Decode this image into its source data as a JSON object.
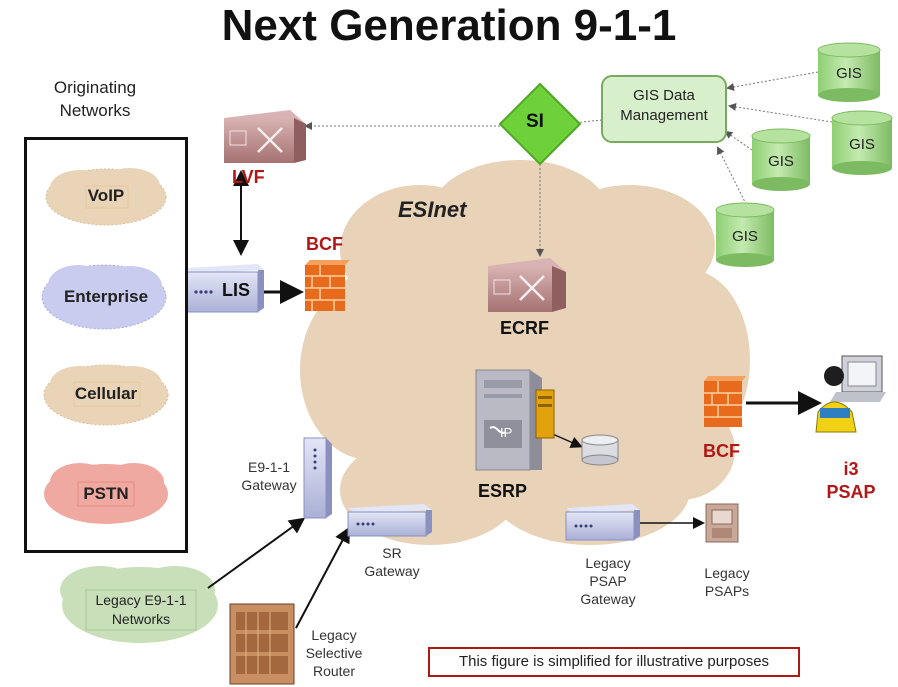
{
  "title": "Next Generation 9-1-1",
  "originating": {
    "title_line1": "Originating",
    "title_line2": "Networks",
    "networks": [
      "VoIP",
      "Enterprise",
      "Cellular",
      "PSTN"
    ]
  },
  "nodes": {
    "lvf": "LVF",
    "lis": "LIS",
    "bcf_top": "BCF",
    "esinet": "ESInet",
    "si": "SI",
    "gis_mgmt_line1": "GIS Data",
    "gis_mgmt_line2": "Management",
    "gis": [
      "GIS",
      "GIS",
      "GIS",
      "GIS"
    ],
    "ecrf": "ECRF",
    "esrp": "ESRP",
    "sip_text": "IP",
    "bcf_right": "BCF",
    "psap_line1": "i3",
    "psap_line2": "PSAP",
    "e911_line1": "E9-1-1",
    "e911_line2": "Gateway",
    "sr_line1": "SR",
    "sr_line2": "Gateway",
    "legacy_net_line1": "Legacy E9-1-1",
    "legacy_net_line2": "Networks",
    "legacy_router_line1": "Legacy",
    "legacy_router_line2": "Selective",
    "legacy_router_line3": "Router",
    "lpg_line1": "Legacy",
    "lpg_line2": "PSAP",
    "lpg_line3": "Gateway",
    "lpsaps_line1": "Legacy",
    "lpsaps_line2": "PSAPs"
  },
  "note": "This figure is simplified for illustrative purposes",
  "colors": {
    "cloud_tan": "#e9d4b7",
    "cloud_blue": "#c9ccee",
    "cloud_pink": "#f0a9a0",
    "cloud_green": "#c8dfb9",
    "esinet": "#e8d2b8",
    "si_green": "#6fd13a",
    "router_maroon": "#b58a8a",
    "red_label": "#b01818"
  },
  "icons": {
    "router": "router-icon",
    "firewall": "firewall-icon",
    "server": "server-icon",
    "gateway": "gateway-icon",
    "database": "database-icon",
    "operator": "operator-icon"
  }
}
